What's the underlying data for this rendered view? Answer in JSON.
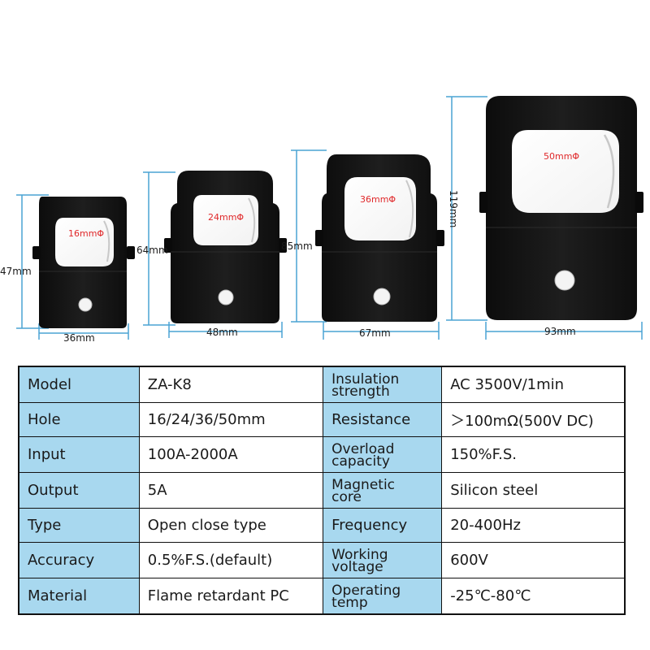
{
  "products": [
    {
      "hole": "16mmΦ",
      "height": "47mm",
      "width": "36mm"
    },
    {
      "hole": "24mmΦ",
      "height": "64mm",
      "width": "48mm"
    },
    {
      "hole": "36mmΦ",
      "height": "85mm",
      "width": "67mm"
    },
    {
      "hole": "50mmΦ",
      "height": "119mm",
      "width": "93mm"
    }
  ],
  "colors": {
    "table_label_bg": "#a8d8ef",
    "dimension_line": "#4aa3d4",
    "hole_label": "#e0282a",
    "device_body": "#141414"
  },
  "specs": [
    {
      "label": "Model",
      "value": "ZA-K8",
      "label2": "Insulation strength",
      "value2": "AC 3500V/1min"
    },
    {
      "label": "Hole",
      "value": "16/24/36/50mm",
      "label2": "Resistance",
      "value2": "＞100mΩ(500V DC)"
    },
    {
      "label": "Input",
      "value": "100A-2000A",
      "label2": "Overload capacity",
      "value2": "150%F.S."
    },
    {
      "label": "Output",
      "value": "5A",
      "label2": "Magnetic core",
      "value2": "Silicon steel"
    },
    {
      "label": "Type",
      "value": "Open close type",
      "label2": "Frequency",
      "value2": "20-400Hz"
    },
    {
      "label": "Accuracy",
      "value": "0.5%F.S.(default)",
      "label2": "Working voltage",
      "value2": "600V"
    },
    {
      "label": "Material",
      "value": "Flame retardant PC",
      "label2": "Operating temp",
      "value2": "-25℃-80℃"
    }
  ]
}
